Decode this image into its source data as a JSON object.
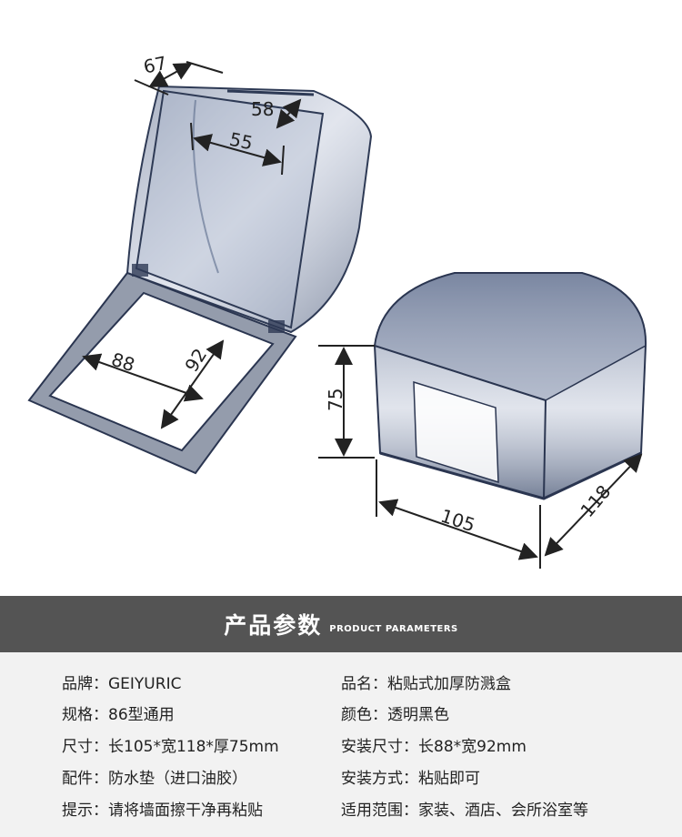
{
  "dimensions": {
    "open_top_depth": "67",
    "lid_inner_depth": "58",
    "lid_inner_width": "55",
    "frame_width": "88",
    "frame_height": "92",
    "closed_height": "75",
    "closed_length": "105",
    "closed_width": "118"
  },
  "section": {
    "title": "产品参数",
    "subtitle": "PRODUCT PARAMETERS"
  },
  "params": {
    "brand": "品牌：GEIYURIC",
    "name": "品名：粘贴式加厚防溅盒",
    "spec": "规格：86型通用",
    "color": "颜色：透明黑色",
    "size": "尺寸：长105*宽118*厚75mm",
    "install_size": "安装尺寸：长88*宽92mm",
    "accessory": "配件：防水垫（进口油胶）",
    "install_method": "安装方式：粘贴即可",
    "tip": "提示：请将墙面擦干净再粘贴",
    "scope": "适用范围：家装、酒店、会所浴室等"
  },
  "colors": {
    "band": "#545454",
    "params_bg": "#f2f2f2",
    "plastic": "#3a4a6a"
  }
}
